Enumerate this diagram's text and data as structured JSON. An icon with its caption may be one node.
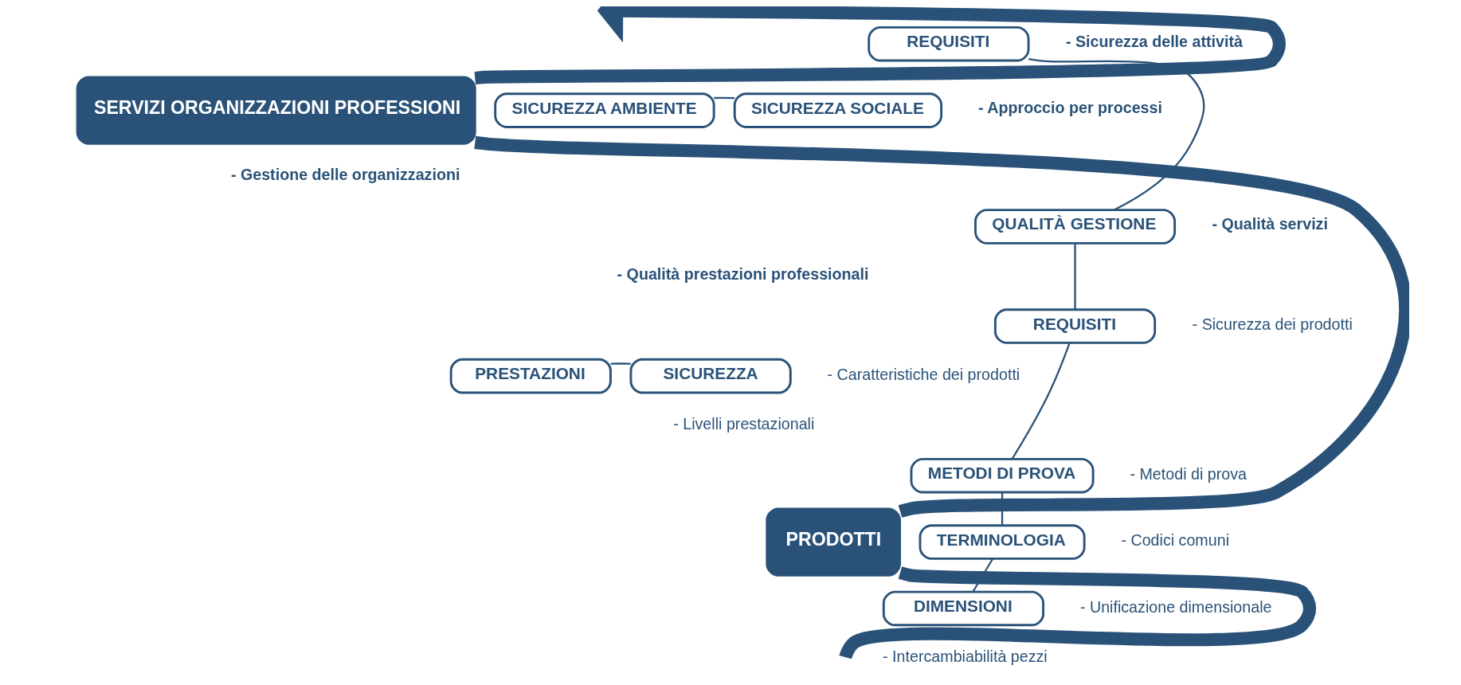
{
  "diagram": {
    "nodes": [
      {
        "text": [
          "SERVIZI ORGANIZZAZIONI PROFESSIONI"
        ]
      },
      {
        "text": [
          "PRODOTTI"
        ]
      },
      {
        "text": [
          "REQUISITI"
        ]
      },
      {
        "text": [
          "SICUREZZA AMBIENTE"
        ]
      },
      {
        "text": [
          "SICUREZZA SOCIALE"
        ]
      },
      {
        "text": [
          "QUALITÀ GESTIONE"
        ]
      },
      {
        "text": [
          "REQUISITI"
        ]
      },
      {
        "text": [
          "PRESTAZIONI"
        ]
      },
      {
        "text": [
          "SICUREZZA"
        ]
      },
      {
        "text": [
          "METODI DI PROVA"
        ]
      },
      {
        "text": [
          "TERMINOLOGIA"
        ]
      },
      {
        "text": [
          "DIMENSIONI"
        ]
      }
    ],
    "edges": [
      {
        "from": null,
        "to": 1,
        "arrow": "none",
        "style": "thick"
      },
      {
        "from": 1,
        "to": 0,
        "arrow": "none",
        "style": "thick"
      },
      {
        "from": 0,
        "to": null,
        "arrow": "to",
        "style": "thick"
      },
      {
        "from": 2,
        "to": 5,
        "arrow": "none"
      },
      {
        "from": 3,
        "to": 4,
        "arrow": "none"
      },
      {
        "from": 5,
        "to": 6,
        "arrow": "none"
      },
      {
        "from": 6,
        "to": 9,
        "arrow": "none"
      },
      {
        "from": 7,
        "to": 8,
        "arrow": "none"
      },
      {
        "from": 9,
        "to": 10,
        "arrow": "none"
      },
      {
        "from": 10,
        "to": 11,
        "arrow": "none"
      }
    ],
    "labels": [
      "- Sicurezza delle attività",
      "- Approccio per processi",
      "- Gestione delle organizzazioni",
      "- Qualità servizi",
      "- Qualità prestazioni professionali",
      "- Sicurezza dei prodotti",
      "- Caratteristiche dei prodotti",
      "- Livelli prestazionali",
      "- Metodi di prova",
      "- Codici comuni",
      "- Unificazione dimensionale",
      "- Intercambiabilità pezzi"
    ]
  }
}
